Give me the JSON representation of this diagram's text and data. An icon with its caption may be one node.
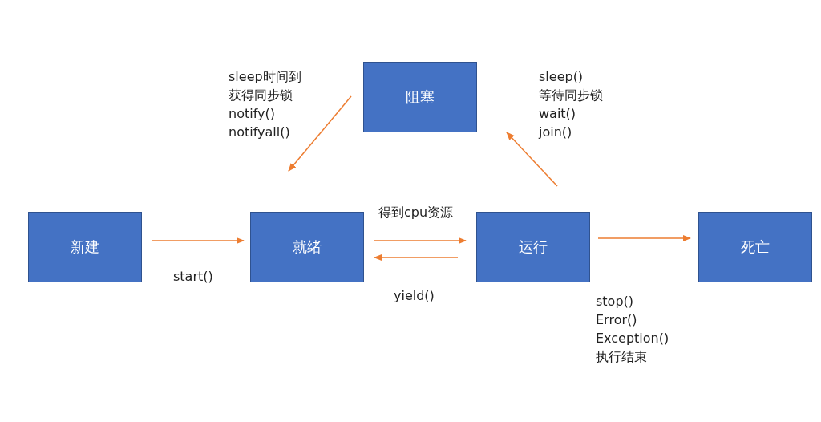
{
  "diagram": {
    "nodes": [
      {
        "text": [
          "新建"
        ]
      },
      {
        "text": [
          "就绪"
        ]
      },
      {
        "text": [
          "阻塞"
        ]
      },
      {
        "text": [
          "运行"
        ]
      },
      {
        "text": [
          "死亡"
        ]
      }
    ],
    "edges": [
      {
        "from": 0,
        "to": 1,
        "arrow": "to",
        "label": "start()"
      },
      {
        "from": 1,
        "to": 3,
        "arrow": "to",
        "label": "得到cpu资源"
      },
      {
        "from": 3,
        "to": 1,
        "arrow": "to",
        "label": "yield()"
      },
      {
        "from": 3,
        "to": 4,
        "arrow": "to"
      },
      {
        "from": 3,
        "to": 2,
        "arrow": "to"
      },
      {
        "from": 2,
        "to": 1,
        "arrow": "to"
      }
    ],
    "labels": [
      "sleep时间到",
      "获得同步锁",
      "notify()",
      "notifyall()",
      "sleep()",
      "等待同步锁",
      "wait()",
      "join()",
      "stop()",
      "Error()",
      "Exception()",
      "执行结束"
    ]
  }
}
